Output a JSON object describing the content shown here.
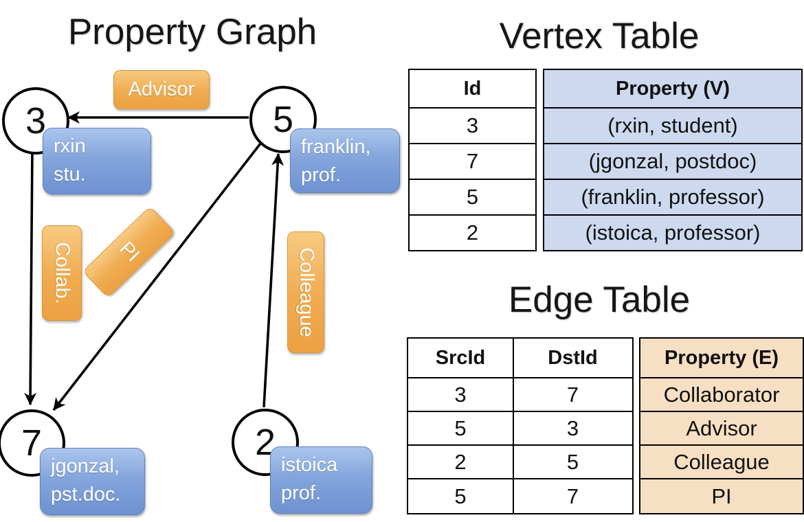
{
  "titles": {
    "graph": "Property Graph",
    "vertex_table": "Vertex Table",
    "edge_table": "Edge Table"
  },
  "graph": {
    "vertices": [
      {
        "id": "3",
        "line1": "rxin",
        "line2": "stu."
      },
      {
        "id": "5",
        "line1": "franklin,",
        "line2": "prof."
      },
      {
        "id": "7",
        "line1": "jgonzal,",
        "line2": "pst.doc."
      },
      {
        "id": "2",
        "line1": "istoica",
        "line2": "prof."
      }
    ],
    "edge_labels": {
      "advisor": "Advisor",
      "collab": "Collab.",
      "pi": "PI",
      "colleague": "Colleague"
    }
  },
  "vertex_table": {
    "headers": {
      "id": "Id",
      "property": "Property (V)"
    },
    "rows": [
      {
        "id": "3",
        "property": "(rxin, student)"
      },
      {
        "id": "7",
        "property": "(jgonzal, postdoc)"
      },
      {
        "id": "5",
        "property": "(franklin, professor)"
      },
      {
        "id": "2",
        "property": "(istoica, professor)"
      }
    ]
  },
  "edge_table": {
    "headers": {
      "src": "SrcId",
      "dst": "DstId",
      "property": "Property (E)"
    },
    "rows": [
      {
        "src": "3",
        "dst": "7",
        "property": "Collaborator"
      },
      {
        "src": "5",
        "dst": "3",
        "property": "Advisor"
      },
      {
        "src": "2",
        "dst": "5",
        "property": "Colleague"
      },
      {
        "src": "5",
        "dst": "7",
        "property": "PI"
      }
    ]
  },
  "colors": {
    "vertex_box": "#7b9cd6",
    "edge_box": "#efa94e",
    "vertex_cell_bg": "#cdd9ef",
    "edge_cell_bg": "#f7dfc3",
    "line": "#000000"
  }
}
